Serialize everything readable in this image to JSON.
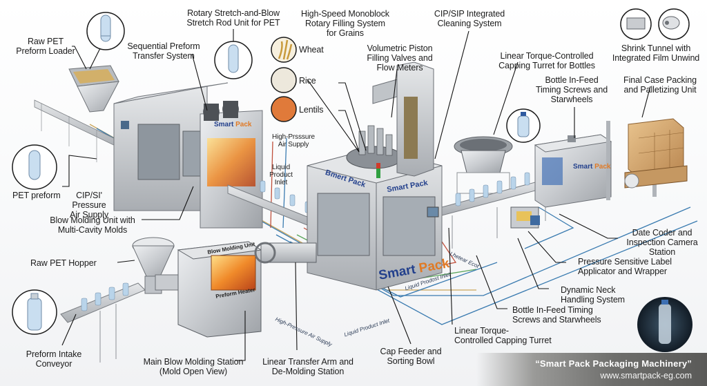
{
  "title": "Smart Pack Packaging Machinery",
  "footer": {
    "title": "“Smart Pack Packaging Machinery”",
    "url": "www.smartpack-eg.com"
  },
  "brand": {
    "word1": "Smart",
    "word2": "Pack",
    "color_primary": "#23408c",
    "color_accent": "#e07a25"
  },
  "labels": {
    "raw_pet_preform_loader": "Raw PET\nPreform Loader",
    "rotary_stretch_blow": "Rotary Stretch-and-Blow\nStretch Rod Unit for PET",
    "sequential_preform_transfer": "Sequential Preform\nTransfer System",
    "high_speed_monoblock": "High-Speed Monoblock\nRotary Filling System\nfor Grains",
    "wheat": "Wheat",
    "rice": "Rice",
    "lentils": "Lentils",
    "volumetric_piston": "Volumetric Piston\nFilling Valves and\nFlow Meters",
    "cip_sip": "CIP/SIP Integrated\nCleaning System",
    "linear_torque_capping_bottles": "Linear Torque-Controlled\nCapping Turret for Bottles",
    "shrink_tunnel": "Shrink Tunnel with\nIntegrated Film Unwind",
    "bottle_infeed_top": "Bottle In-Feed\nTiming Screws and\nStarwheels",
    "final_case_packing": "Final Case Packing\nand Palletizing Unit",
    "pet_preform": "PET preform",
    "cip_pressure_air": "CIP/SI' Pressure\nAir Supply",
    "high_pressure_air": "High-Prsssure\nAir Supply",
    "liquid_product_inlet": "Liquid\nProduct\nInlet",
    "blow_molding_unit_cavity": "Blow Molding Unit with\nMulti-Cavity Molds",
    "raw_pet_hopper": "Raw PET Hopper",
    "preform_intake_conveyor": "Preform Intake\nConveyor",
    "main_blow_molding": "Main Blow Molding Station\n(Mold Open View)",
    "linear_transfer_arm": "Linear Transfer Arm and\nDe-Molding Station",
    "cap_feeder": "Cap Feeder and\nSorting Bowl",
    "linear_torque_capping": "Linear Torque-\nControlled Capping Turret",
    "bottle_infeed_bottom": "Bottle In-Feed Timing\nScrews and Starwheels",
    "dynamic_neck": "Dynamic Neck\nHandling System",
    "pressure_label": "Pressure Sensitive Label\nApplicator and Wrapper",
    "date_coder": "Date Coder  and\nInspection Camera\nStation"
  },
  "machine_text": {
    "blow_molding_unit": "Blow Molding Unit",
    "preform_heater": "Preform Heater",
    "filler_top_brand": "Bmert Pack",
    "floor_high_pressure": "High-Pressure Air Supply",
    "floor_liquid_inlet_1": "Liquid Prodost Inlet",
    "floor_liquid_inlet_2": "Liquid Product Inlet",
    "floor_linear": "Lhetear Ecot"
  },
  "colors": {
    "steel": "#c9ccd0",
    "steel_dark": "#8d9196",
    "floor_blue": "#3a7bb0",
    "floor_red": "#c0503c",
    "floor_green": "#5aa55a",
    "floor_tan": "#c9a55a",
    "heater_orange": "#f08a2a"
  }
}
